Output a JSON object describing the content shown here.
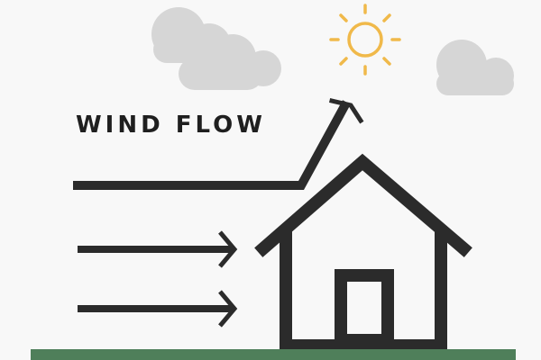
{
  "title": "WIND FLOW",
  "icons": {
    "sun": "sun-icon",
    "clouds": [
      "cloud-icon",
      "cloud-icon"
    ],
    "house": "house-icon",
    "wind_arrows": [
      "wind-arrow-deflected",
      "wind-arrow",
      "wind-arrow"
    ]
  },
  "colors": {
    "background": "#f8f8f8",
    "ink": "#2b2b2b",
    "sun": "#f0b94a",
    "cloud": "#d6d6d6",
    "ground": "#4f7f5a"
  }
}
